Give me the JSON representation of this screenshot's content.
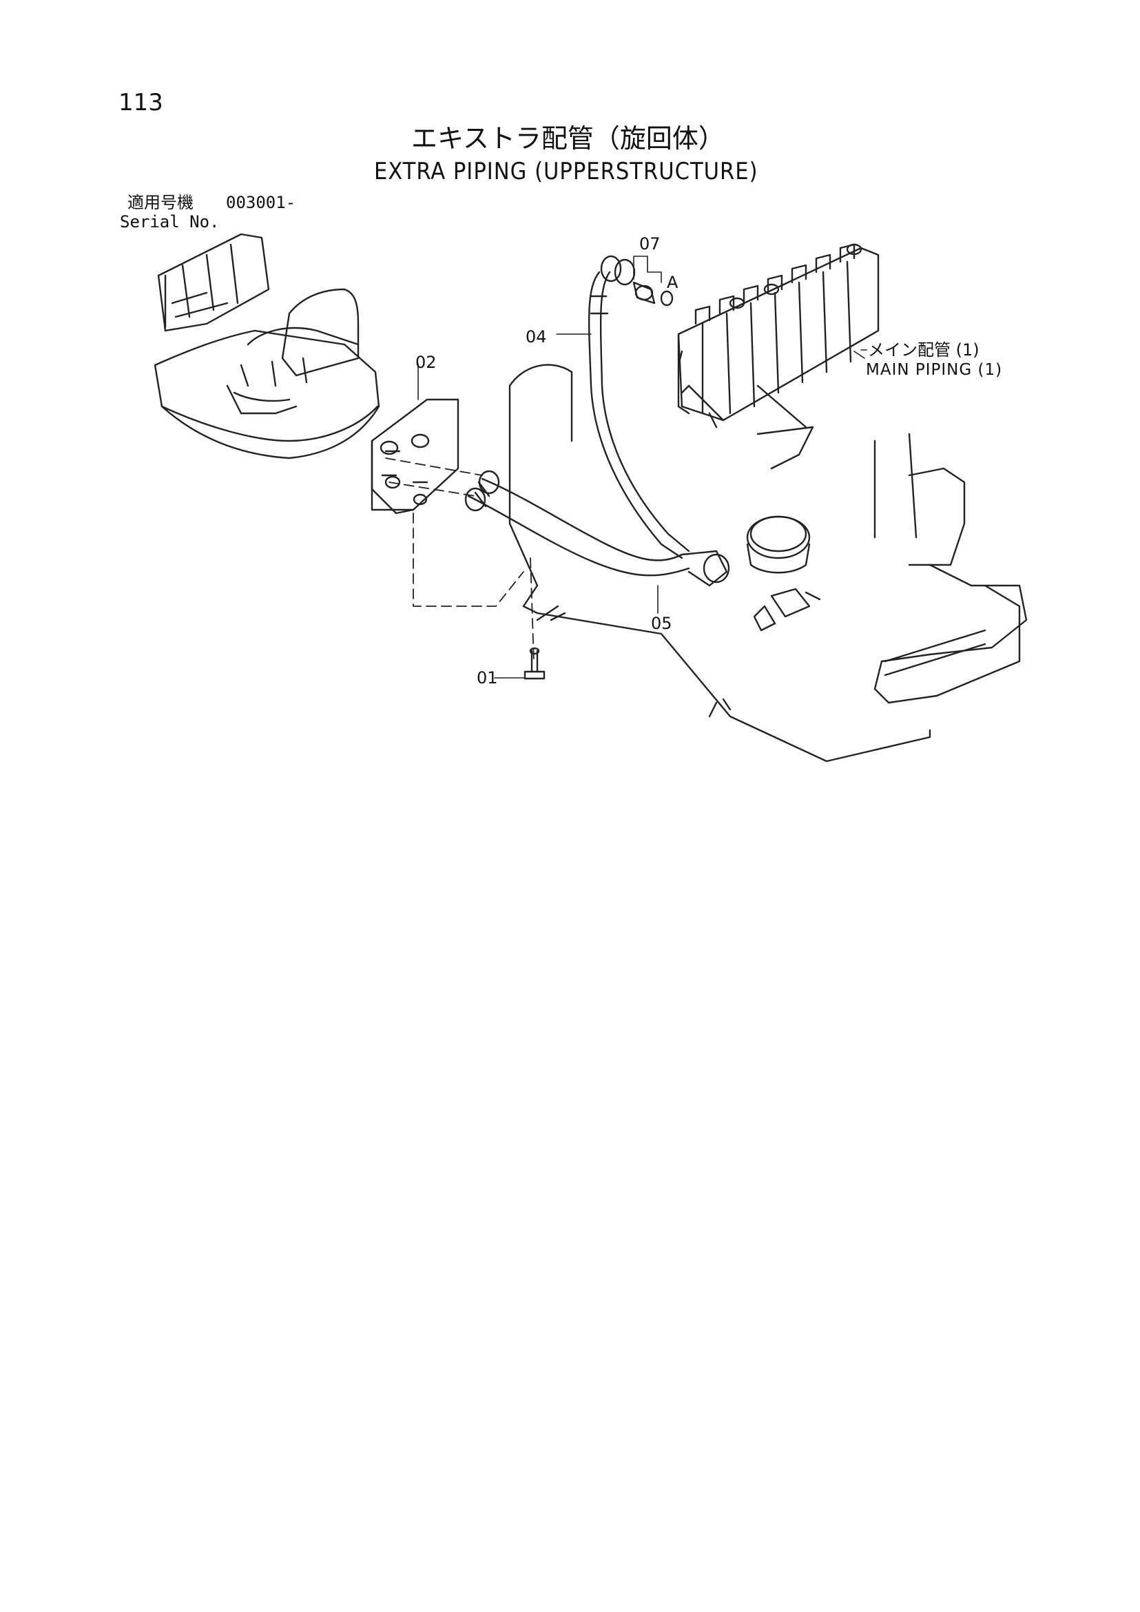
{
  "page": {
    "number": "113",
    "title_jp": "エキストラ配管（旋回体）",
    "title_en": "EXTRA PIPING (UPPERSTRUCTURE)"
  },
  "serial": {
    "label_jp": "適用号機",
    "value": "003001-",
    "label_en": "Serial No."
  },
  "callouts": {
    "c01": "01",
    "c02": "02",
    "c04": "04",
    "c05": "05",
    "c07": "07",
    "ca": "A"
  },
  "reference": {
    "label_jp": "メイン配管 (1)",
    "label_en": "MAIN PIPING (1)"
  }
}
